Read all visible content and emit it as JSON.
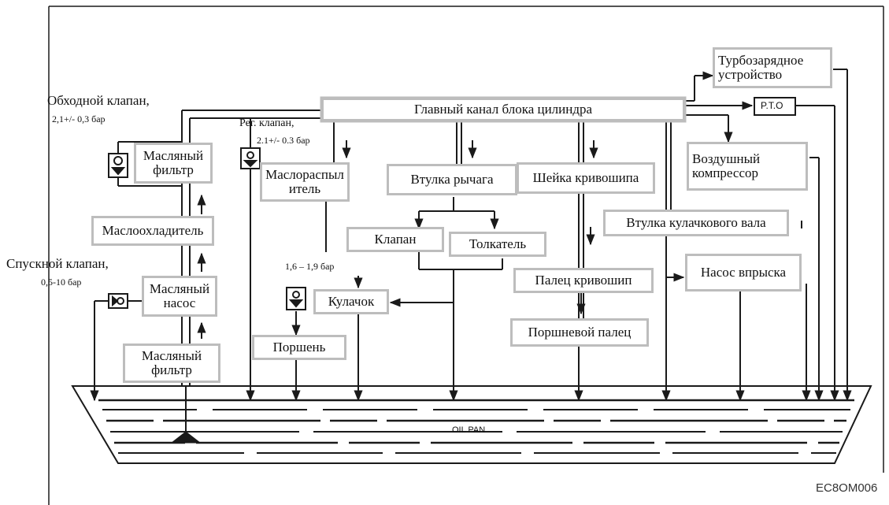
{
  "labels": {
    "main_channel": "Главный канал блока цилиндра",
    "bypass_valve": "Обходной клапан,",
    "bypass_pressure": "2,1+/- 0,3 бар",
    "reg_valve": "Рег. клапан,",
    "reg_pressure": "2.1+/- 0.3 бар",
    "oil_filter_top": "Масляный фильтр",
    "oil_cooler": "Маслоохладитель",
    "drain_valve": "Спускной клапан,",
    "drain_pressure": "0,5-10 бар",
    "oil_pump": "Масляный насос",
    "oil_filter_bottom": "Масляный фильтр",
    "atomizer": "Маслораспылитель",
    "jet_pressure": "1,6 – 1,9 бар",
    "piston": "Поршень",
    "lever_bushing": "Втулка рычага",
    "valve": "Клапан",
    "pusher": "Толкатель",
    "cam": "Кулачок",
    "crank_journal": "Шейка кривошипа",
    "crank_pin": "Палец кривошип",
    "piston_pin": "Поршневой палец",
    "camshaft_bushing": "Втулка кулачкового вала",
    "injection_pump": "Насос впрыска",
    "air_compressor": "Воздушный компрессор",
    "turbo": "Турбозарядное устройство",
    "pto": "P.T.O",
    "oil_pan": "OIL PAN",
    "figure_code": "EC8OM006"
  },
  "colors": {
    "line": "#1a1a1a",
    "box_border": "#bdbdbd",
    "background": "#ffffff"
  },
  "icons": {
    "filter": "filter-valve-icon",
    "check_valve": "check-valve-icon",
    "jet": "oil-jet-icon",
    "strainer": "strainer-icon"
  }
}
